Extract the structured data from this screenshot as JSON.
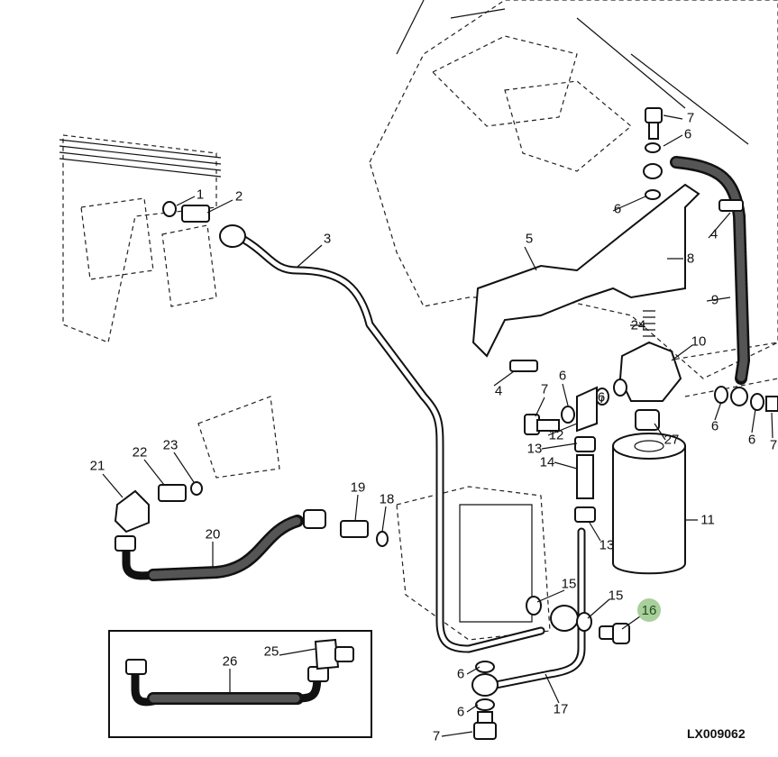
{
  "diagram": {
    "reference_code": "LX009062",
    "highlight_color": "#a9cf9c",
    "highlighted_callout": "16",
    "callouts": [
      "1",
      "2",
      "3",
      "4",
      "4",
      "5",
      "6",
      "6",
      "6",
      "6",
      "6",
      "6",
      "6",
      "6",
      "7",
      "7",
      "7",
      "7",
      "8",
      "9",
      "10",
      "11",
      "12",
      "13",
      "13",
      "14",
      "15",
      "15",
      "16",
      "17",
      "18",
      "19",
      "20",
      "21",
      "22",
      "23",
      "24",
      "25",
      "26",
      "27"
    ]
  }
}
